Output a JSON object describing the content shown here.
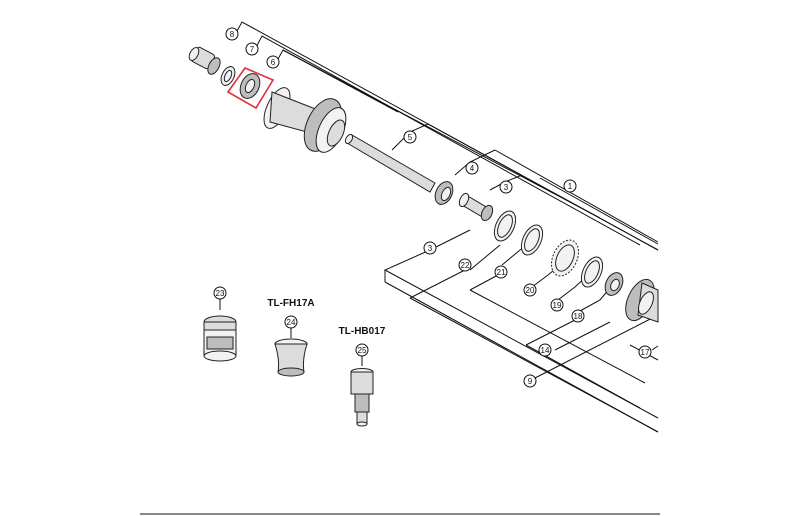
{
  "callouts": {
    "c1": "1",
    "c3a": "3",
    "c3b": "3",
    "c4": "4",
    "c5": "5",
    "c6": "6",
    "c7": "7",
    "c8": "8",
    "c9": "9",
    "c14": "14",
    "c17": "17",
    "c18": "18",
    "c19": "19",
    "c20": "20",
    "c21": "21",
    "c22": "22",
    "c23": "23",
    "c24": "24",
    "c25": "25"
  },
  "tools": {
    "fh17a": "TL-FH17A",
    "hb017": "TL-HB017"
  },
  "colors": {
    "highlight": "#e0303a",
    "line": "#111111"
  }
}
